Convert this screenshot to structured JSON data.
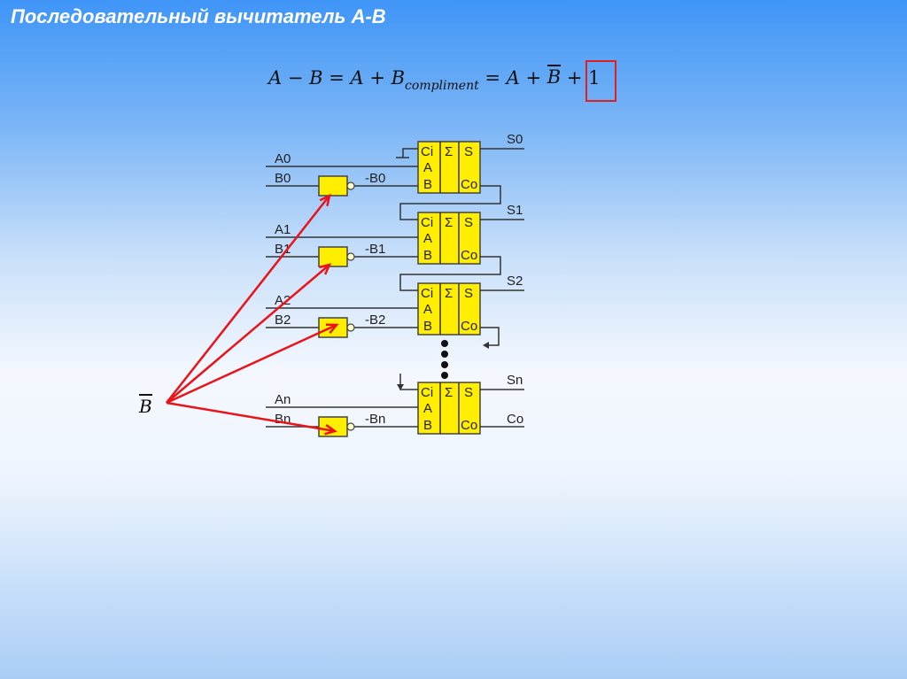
{
  "title": "Последовательный вычитатель A-B",
  "formula": {
    "lhs": "A − B = A + B",
    "sub": "compliment",
    "mid": " = A + ",
    "bbar": "B",
    "tail": " + 1"
  },
  "bbar_label": "B",
  "adder": {
    "ci": "Ci",
    "a": "A",
    "b": "B",
    "sigma": "Σ",
    "s": "S",
    "co": "Co"
  },
  "stages": [
    {
      "a": "A0",
      "b": "B0",
      "nb": "-B0",
      "s": "S0"
    },
    {
      "a": "A1",
      "b": "B1",
      "nb": "-B1",
      "s": "S1"
    },
    {
      "a": "A2",
      "b": "B2",
      "nb": "-B2",
      "s": "S2"
    },
    {
      "a": "An",
      "b": "Bn",
      "nb": "-Bn",
      "s": "Sn"
    }
  ],
  "carry_out": "Co",
  "colors": {
    "highlight": "#e0201e",
    "block": "#ffee00",
    "arrow": "#e8141a"
  }
}
